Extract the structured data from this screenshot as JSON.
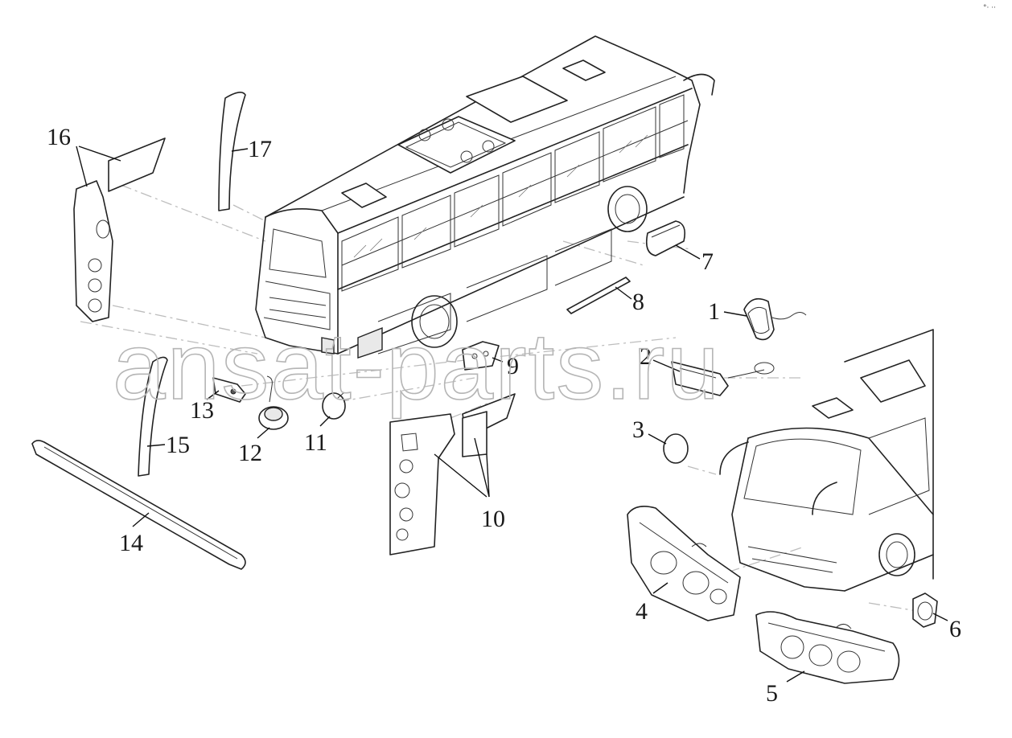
{
  "watermark": "ansat-parts.ru",
  "corner_mark": "°· ··",
  "callouts": [
    {
      "id": "1",
      "label": "1"
    },
    {
      "id": "2",
      "label": "2"
    },
    {
      "id": "3",
      "label": "3"
    },
    {
      "id": "4",
      "label": "4"
    },
    {
      "id": "5",
      "label": "5"
    },
    {
      "id": "6",
      "label": "6"
    },
    {
      "id": "7",
      "label": "7"
    },
    {
      "id": "8",
      "label": "8"
    },
    {
      "id": "9",
      "label": "9"
    },
    {
      "id": "10",
      "label": "10"
    },
    {
      "id": "11",
      "label": "11"
    },
    {
      "id": "12",
      "label": "12"
    },
    {
      "id": "13",
      "label": "13"
    },
    {
      "id": "14",
      "label": "14"
    },
    {
      "id": "15",
      "label": "15"
    },
    {
      "id": "16",
      "label": "16"
    },
    {
      "id": "17",
      "label": "17"
    }
  ]
}
